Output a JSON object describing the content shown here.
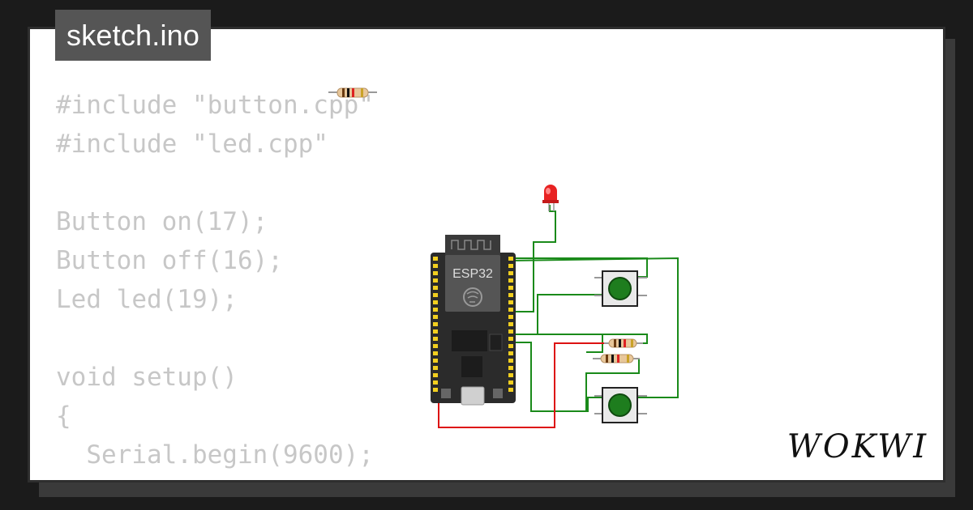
{
  "file_title": "sketch.ino",
  "brand": "WOKWI",
  "code_lines": [
    "#include \"button.cpp\"",
    "#include \"led.cpp\"",
    "",
    "Button on(17);",
    "Button off(16);",
    "Led led(19);",
    "",
    "void setup()",
    "{",
    "  Serial.begin(9600);",
    "  ..."
  ],
  "board": {
    "label": "ESP32",
    "color": "#2b2b2b"
  },
  "colors": {
    "wire_green": "#1a8a1a",
    "wire_red": "#dd1111",
    "button_cap": "#1e7d1e",
    "led": "#e82222"
  }
}
